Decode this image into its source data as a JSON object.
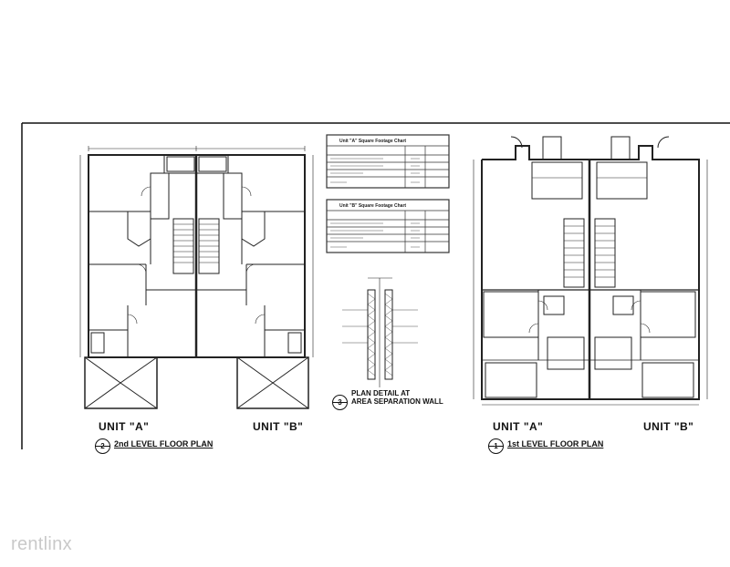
{
  "plan_2nd": {
    "unit_a": "UNIT \"A\"",
    "unit_b": "UNIT \"B\"",
    "title": "2nd LEVEL FLOOR PLAN",
    "number": "2"
  },
  "plan_1st": {
    "unit_a": "UNIT \"A\"",
    "unit_b": "UNIT \"B\"",
    "title": "1st LEVEL FLOOR PLAN",
    "number": "1"
  },
  "detail": {
    "number": "3",
    "title_line1": "PLAN DETAIL AT",
    "title_line2": "AREA SEPARATION WALL"
  },
  "chart_a": {
    "title": "Unit \"A\" Square Footage Chart"
  },
  "chart_b": {
    "title": "Unit \"B\" Square Footage Chart"
  },
  "watermark": "rentlinx"
}
